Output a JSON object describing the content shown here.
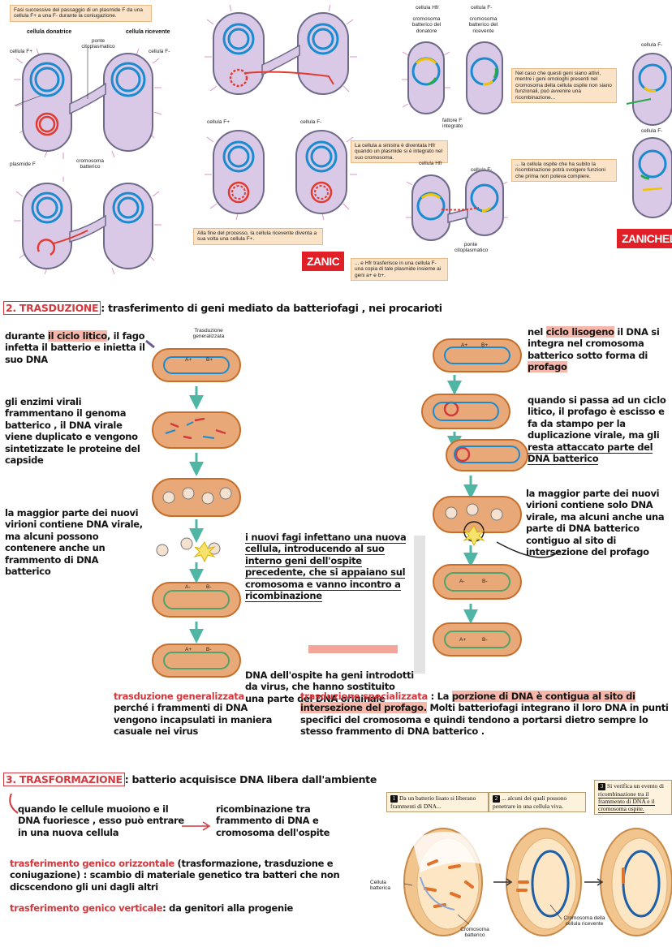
{
  "conjugation": {
    "fig1_caption": "Fasi successive del passaggio di un plasmide F da una cellula  F+ a una F- durante la coniugazione.",
    "donor_label": "cellula donatrice",
    "recipient_label": "cellula ricevente",
    "bridge_label": "ponte citoplasmatico",
    "cell_fplus": "cellula F+",
    "cell_fminus": "cellula F-",
    "plasmid_label": "plasmide F",
    "chromosome_label": "cromosoma batterico",
    "cell_fplus_2": "cellula F+",
    "cell_fminus_2": "cellula F-",
    "end_caption": "Alla fine del processo, la cellula ricevente diventa a sua volta una cellula F+.",
    "zanichelli_1": "ZANIC",
    "cell_hfr": "cellula Hfr",
    "cell_fminus_3": "cellula F-",
    "donor_chromosome": "cromosoma batterico del donatore",
    "recipient_chromosome": "cromosoma batterico del ricevente",
    "integrated_factor": "fattore F integrato",
    "caption_a": "La cellula a sinistra è diventata Hfr quando un plasmide si è integrato nel suo cromosoma.",
    "cell_hfr_2": "cellula Hfr",
    "cell_fminus_4": "cellula F-",
    "bridge_label_2": "ponte citoplasmatico",
    "caption_b_hfr": "... e Hfr trasferisce in una cellula F- una copia di tale plasmide insieme ai geni a+ e b+.",
    "caption_c": "Nel caso che questi geni siano attivi, mentre i geni omologhi presenti nel cromosoma della cellula ospite non siano funzionali, può avvenire una ricombinazione...",
    "caption_d": "... la cellula ospite che ha subito la ricombinazione potrà svolgere funzioni che prima non poteva compiere.",
    "cell_fminus_5": "cellula F-",
    "cell_fminus_6": "cellula F-",
    "zanichelli_2": "ZANICHELL"
  },
  "transduction": {
    "number": "2. TRASDUZIONE",
    "heading_rest": ": trasferimento di geni mediato da batteriofagi , nei procarioti",
    "fig_label": "Trasduzione generalizzata",
    "left_1a": "durante ",
    "left_1b": "il ciclo litico",
    "left_1c": ", il fago infetta il batterio e inietta il suo DNA",
    "left_2": "gli enzimi virali frammentano il genoma batterico , il DNA virale viene duplicato e vengono sintetizzate le proteine del capside",
    "left_3": "la maggior parte dei nuovi virioni contiene DNA virale, ma alcuni possono contenere anche un frammento di DNA batterico",
    "right_1a": "nel ",
    "right_1b": "ciclo lisogeno",
    "right_1c": " il DNA si integra nel cromosoma batterico sotto forma di ",
    "right_1d": "profago",
    "right_2a": "quando si passa ad un ciclo litico, il profago è escisso e fa da stampo per la duplicazione virale, ma gli ",
    "right_2b": "resta attaccato parte del DNA batterico",
    "right_3": "la maggior parte dei nuovi virioni contiene solo DNA virale, ma alcuni anche una parte di DNA batterico contiguo al sito di intersezione del profago",
    "mid_1": "i nuovi fagi infettano una nuova cellula, introducendo al suo interno geni dell'ospite precedente, che si appaiano sul cromosoma e vanno incontro a ricombinazione",
    "mid_2": "DNA dell'ospite ha geni introdotti da virus, che hanno sostituito una parte del DNA originale",
    "gen_title": "trasduzione generalizzata",
    "gen_text": "perché i frammenti di DNA vengono incapsulati in maniera casuale nei virus",
    "spec_title": "trasduzione specializzata",
    "spec_a": " : La ",
    "spec_b": "porzione di DNA è contigua al sito di intersezione del profago.",
    "spec_c": " Molti batteriofagi integrano il loro DNA in punti specifici del cromosoma e quindi tendono a portarsi dietro sempre lo stesso frammento di DNA batterico .",
    "gene_a": "A+",
    "gene_b": "B+",
    "gene_a_minus": "A-",
    "gene_b_minus": "B-"
  },
  "transformation": {
    "number": "3. TRASFORMAZIONE",
    "heading_rest": ": batterio acquisisce DNA libera dall'ambiente",
    "when_text": "quando le cellule muoiono e il DNA fuoriesce , esso può entrare in una nuova cellula",
    "recomb_text": "ricombinazione tra frammento di DNA e cromosoma dell'ospite",
    "horiz_title": "trasferimento genico orizzontale",
    "horiz_text": " (trasformazione, trasduzione e coniugazione) : scambio di materiale genetico tra batteri che non dicscendono gli uni dagli altri",
    "vert_title": "trasferimento genico verticale",
    "vert_text": ": da genitori alla progenie",
    "step1": "Da un batterio lisato si liberano frammenti di DNA...",
    "step2": "... alcuni dei quali possono penetrare in una cellula viva.",
    "step3a": "Si verifica un evento di ",
    "step3b": "ricombinazione tra il frammento di DNA e il cromosoma ospite.",
    "n1": "1",
    "n2": "2",
    "n3": "3",
    "cell_label": "Cellula batterica",
    "chrom_label": "Cromosoma batterico",
    "recv_label": "Cromosoma della cellula ricevente"
  },
  "colors": {
    "accent_red": "#d2393e",
    "highlight": "#f6b7aa",
    "cell_fill": "#d9c9e6",
    "ring_blue": "#1b8bd0",
    "plasmid_red": "#e23a2f",
    "teal_arrow": "#4fb6a6"
  }
}
